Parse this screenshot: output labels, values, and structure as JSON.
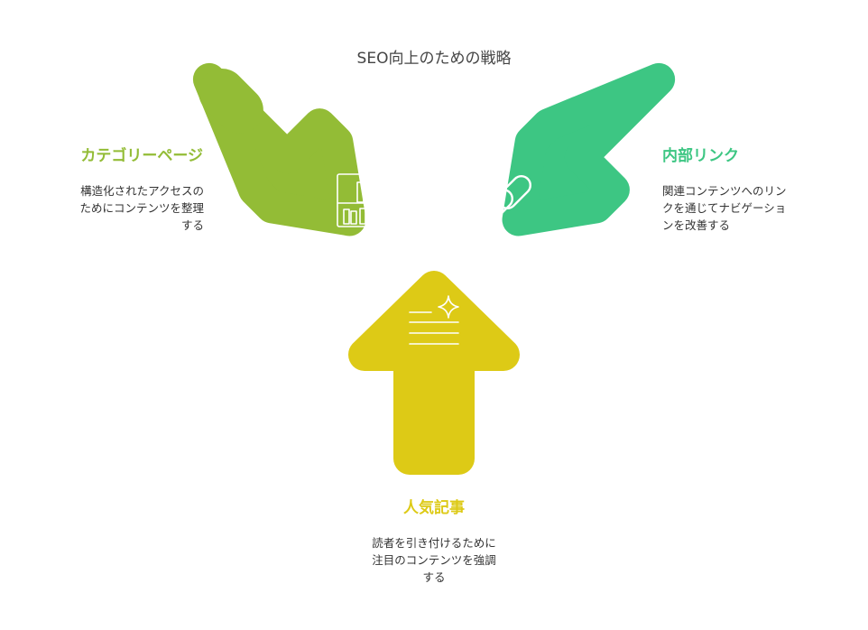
{
  "title": "SEO向上のための戦略",
  "colors": {
    "category": "#93BC36",
    "internal": "#3DC683",
    "popular": "#DDCA16",
    "icon": "#ffffff",
    "title": "#444444",
    "text": "#333333"
  },
  "items": {
    "category": {
      "heading": "カテゴリーページ",
      "desc": [
        "構造化されたアクセスの",
        "ためにコンテンツを整理",
        "する"
      ],
      "icon": "bookshelf-icon"
    },
    "internal": {
      "heading": "内部リンク",
      "desc": [
        "関連コンテンツへのリン",
        "クを通じてナビゲーショ",
        "ンを改善する"
      ],
      "icon": "chain-link-icon"
    },
    "popular": {
      "heading": "人気記事",
      "desc": [
        "読者を引き付けるために",
        "注目のコンテンツを強調",
        "する"
      ],
      "icon": "article-sparkle-icon"
    }
  }
}
